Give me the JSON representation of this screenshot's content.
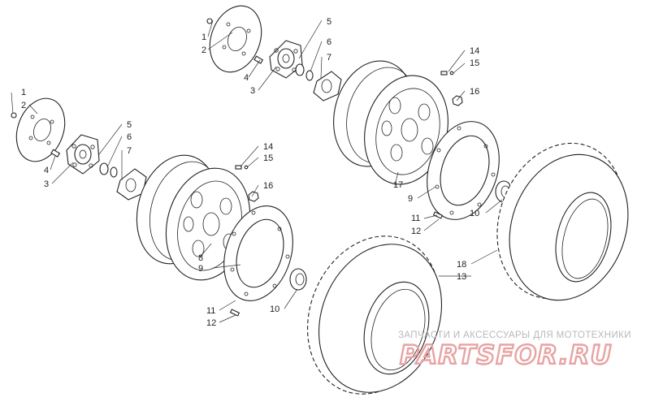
{
  "diagram": {
    "callouts": {
      "a1": "1",
      "a2": "2",
      "a3": "3",
      "a4": "4",
      "a5": "5",
      "a6": "6",
      "a7": "7",
      "a14": "14",
      "a15": "15",
      "a16": "16",
      "a17": "17",
      "a9": "9",
      "a11": "11",
      "a12": "12",
      "a10": "10",
      "a18": "18",
      "a13": "13",
      "b1": "1",
      "b2": "2",
      "b4": "4",
      "b3": "3",
      "b5": "5",
      "b6": "6",
      "b7": "7",
      "b14": "14",
      "b15": "15",
      "b16": "16",
      "b8": "8",
      "b9": "9",
      "b11": "11",
      "b12": "12",
      "b10": "10"
    },
    "watermark": {
      "tagline": "ЗАПЧАСТИ И АКСЕССУАРЫ ДЛЯ МОТОТЕХНИКИ",
      "logo": "PARTSFOR.RU"
    }
  }
}
